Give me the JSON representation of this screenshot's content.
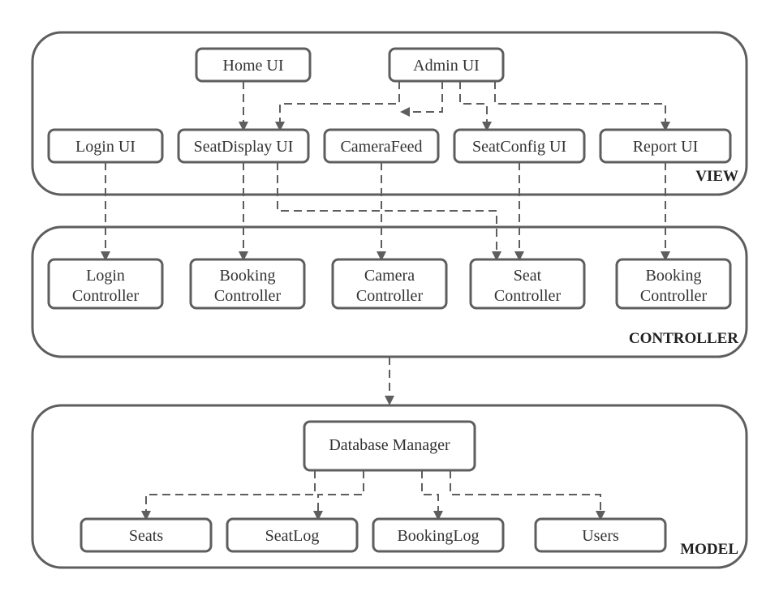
{
  "layers": {
    "view": "VIEW",
    "controller": "CONTROLLER",
    "model": "MODEL"
  },
  "nodes": {
    "home_ui": "Home UI",
    "admin_ui": "Admin UI",
    "login_ui": "Login UI",
    "seatdisplay_ui": "SeatDisplay UI",
    "camerafeed": "CameraFeed",
    "seatconfig_ui": "SeatConfig UI",
    "report_ui": "Report UI",
    "login_controller": [
      "Login",
      "Controller"
    ],
    "booking_controller_1": [
      "Booking",
      "Controller"
    ],
    "camera_controller": [
      "Camera",
      "Controller"
    ],
    "seat_controller": [
      "Seat",
      "Controller"
    ],
    "booking_controller_2": [
      "Booking",
      "Controller"
    ],
    "database_manager": "Database Manager",
    "seats": "Seats",
    "seatlog": "SeatLog",
    "bookinglog": "BookingLog",
    "users": "Users"
  },
  "colors": {
    "stroke": "#5e5e5e",
    "text": "#333333",
    "background": "#ffffff"
  }
}
